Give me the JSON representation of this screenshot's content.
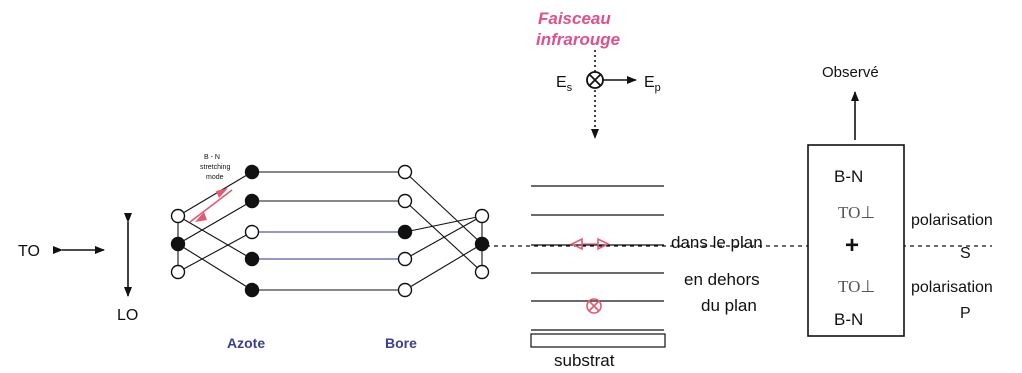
{
  "labels": {
    "to": "TO",
    "lo": "LO",
    "azote": "Azote",
    "bore": "Bore",
    "stretch_1": "B - N",
    "stretch_2": "stretching",
    "stretch_3": "mode",
    "beam_1": "Faisceau",
    "beam_2": "infrarouge",
    "es": "E",
    "es_sub": "s",
    "ep": "E",
    "ep_sub": "p",
    "dans_plan": "dans le plan",
    "hors_1": "en dehors",
    "hors_2": "du plan",
    "substrat": "substrat",
    "observe": "Observé",
    "bn_top": "B-N",
    "to_perp_top": "TO⊥",
    "plus": "+",
    "to_perp_bottom": "TO⊥",
    "bn_bottom": "B-N",
    "pol_s_1": "polarisation",
    "pol_s_2": "S",
    "pol_p_1": "polarisation",
    "pol_p_2": "P"
  },
  "colors": {
    "ink": "#111111",
    "atom_label": "#3b3f8f",
    "beam_text": "#e0508a",
    "red_mark": "#e25a74",
    "blue_bond": "#2e2f8a"
  }
}
